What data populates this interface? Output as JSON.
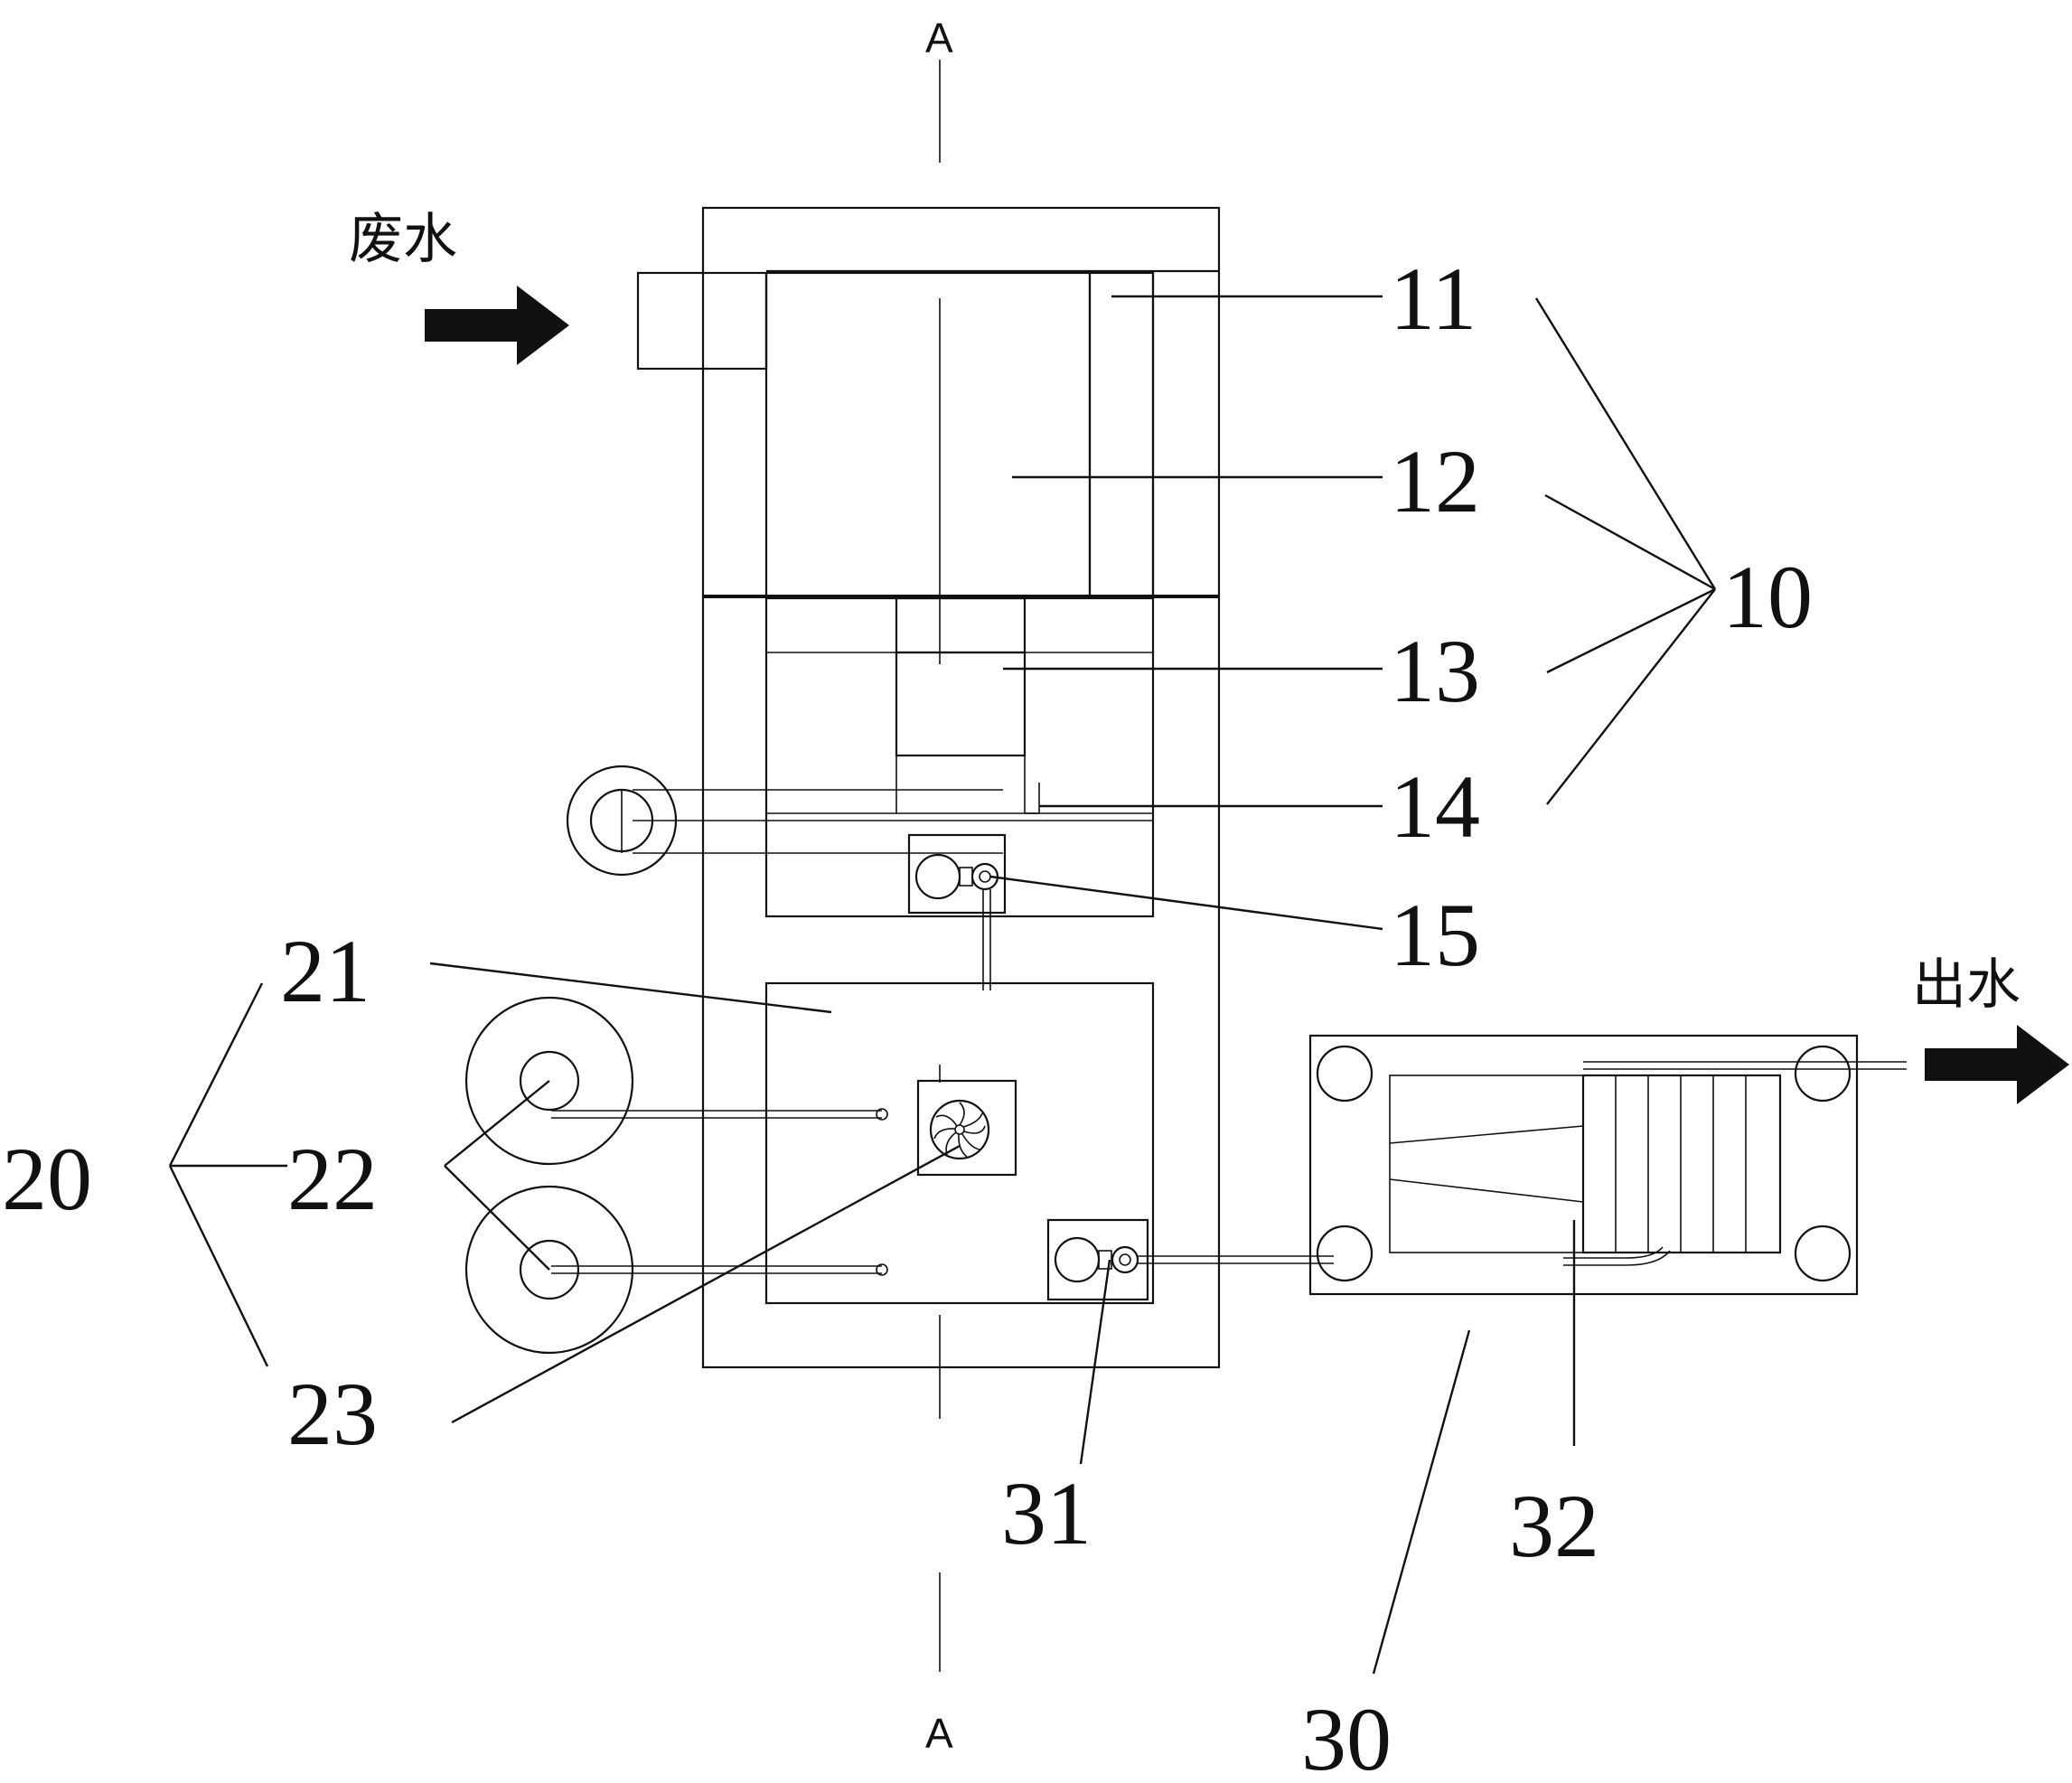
{
  "labels": {
    "inflow": "废水",
    "outflow": "出水",
    "section_top": "A",
    "section_bottom": "A"
  },
  "reference_numerals": {
    "n11": "11",
    "n12": "12",
    "n13": "13",
    "n14": "14",
    "n15": "15",
    "n10": "10",
    "n20": "20",
    "n21": "21",
    "n22": "22",
    "n23": "23",
    "n30": "30",
    "n31": "31",
    "n32": "32"
  }
}
